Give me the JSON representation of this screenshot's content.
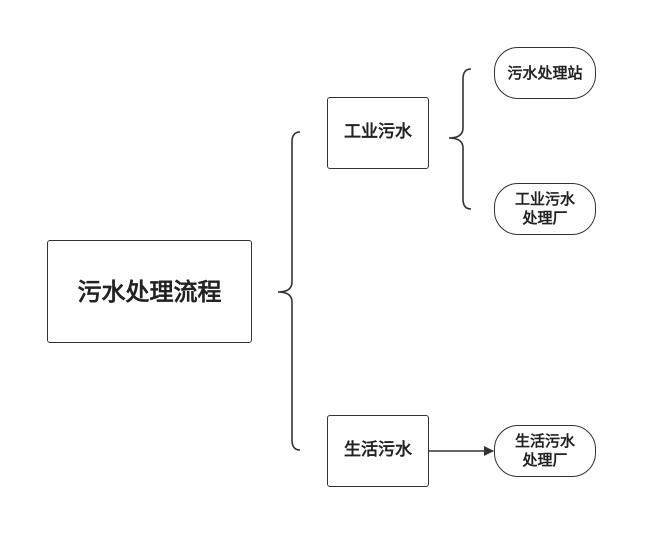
{
  "diagram": {
    "root": {
      "label": "污水处理流程"
    },
    "branches": [
      {
        "label": "工业污水",
        "children": [
          {
            "label": "污水处理站"
          },
          {
            "label": "工业污水\n处理厂"
          }
        ]
      },
      {
        "label": "生活污水",
        "children": [
          {
            "label": "生活污水\n处理厂"
          }
        ]
      }
    ]
  },
  "style": {
    "stroke_color": "#333333",
    "background": "#ffffff"
  }
}
